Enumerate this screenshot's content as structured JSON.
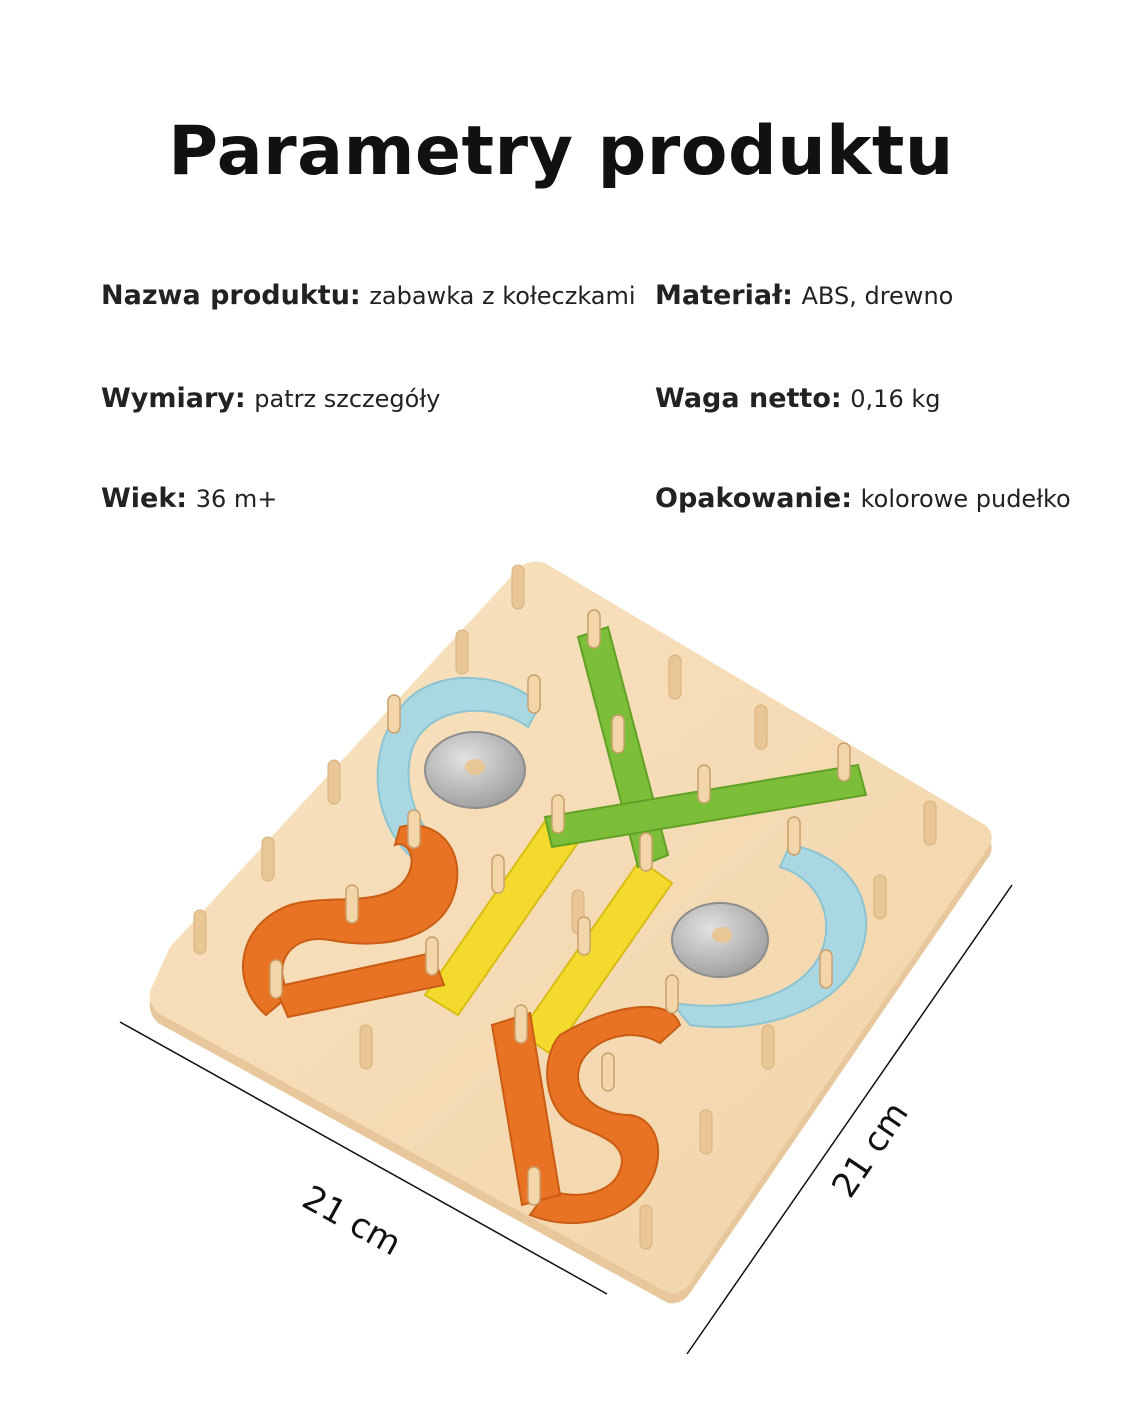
{
  "title": "Parametry produktu",
  "specs": [
    {
      "key": "Nazwa produktu:",
      "value": "zabawka z kołeczkami"
    },
    {
      "key": "Materiał:",
      "value": "ABS, drewno"
    },
    {
      "key": "Wymiary:",
      "value": "patrz szczegóły"
    },
    {
      "key": "Waga netto:",
      "value": "0,16 kg"
    },
    {
      "key": "Wiek:",
      "value": "36 m+"
    },
    {
      "key": "Opakowanie:",
      "value": "kolorowe pudełko"
    }
  ],
  "dimensions": {
    "width": "21 cm",
    "depth": "21 cm"
  },
  "colors": {
    "board": "#f6dcb6",
    "peg": "#eccb9c",
    "blue": "#a6d7e2",
    "green": "#7cbd3a",
    "yellow": "#f3da2c",
    "orange": "#e97324",
    "metal": "#b8b8b8"
  }
}
